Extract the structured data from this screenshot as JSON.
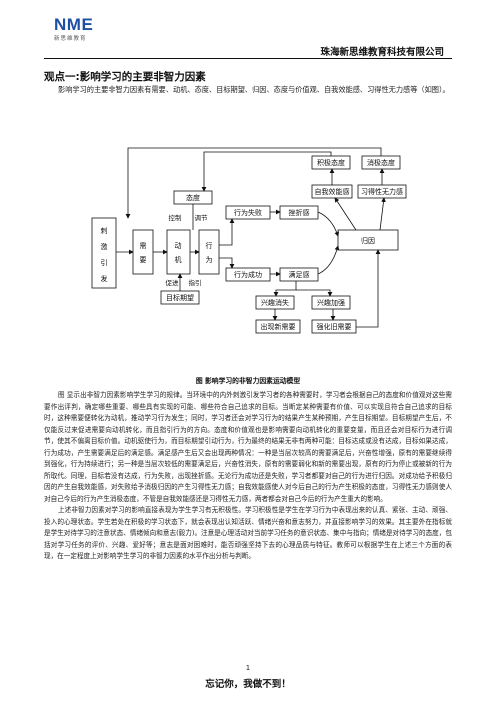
{
  "header": {
    "logo_mark": "NME",
    "logo_sub": "新思维教育",
    "company": "珠海新思维教育科技有限公司"
  },
  "section": {
    "heading": "观点一:影响学习的主要非智力因素",
    "intro": "影响学习的主要非智力因素有需要、动机、态度、目标期望、归因、态度与价值观、自我效能感、习得性无力感等（如图）。"
  },
  "diagram": {
    "boxes": {
      "stimulus": "刺激引发",
      "need": "需要",
      "motive": "动机",
      "behavior": "行为",
      "attitude": "态度",
      "goal": "目标期望",
      "fail": "行为失败",
      "frustration": "挫折感",
      "success": "行为成功",
      "satisfaction": "满足感",
      "interest_lost": "兴趣消失",
      "interest_up": "兴趣加强",
      "new_need": "出现新需要",
      "strengthen": "强化旧需要",
      "attribution": "归因",
      "positive": "积极态度",
      "negative": "消极态度",
      "efficacy": "自我效能感",
      "helpless": "习得性无力感"
    },
    "labels": {
      "control": "控制",
      "regulate": "调节",
      "promote": "促进",
      "guide": "指引"
    },
    "caption": "图 影响学习的非智力因素运动模型"
  },
  "body": {
    "p1": "图 显示出非智力因素影响学生学习的规律。当环境中的内外刺激引发学习者的各种需要时，学习者会根据自己的态度和价值观对这些需要作出评判，确定哪些重要、哪些具有实现的可能、哪些符合自己追求的目标。当断定某种需要有价值、可以实现且符合自己追求的目标时，这种需要便转化为动机，推动学习行为发生；同时，学习者还会对学习行为的结果产生某种预期，产生目标期望。目标期望产生后，不仅能反过来促进需要向动机转化，而且指引行为的方向。态度和价值观也是影响需要向动机转化的重要变量，而且还会对目标行为进行调节，使其不偏离目标价值。动机驱使行为，而目标期望引动行为，行为最终的结果无非有两种可能：目标达成或没有达成，目标如果达成，行为成功，产生需要满足后的满足感。满足感产生后又会出现两种情况：一种是当层次较高的需要满足后，兴奋性增强，原有的需要继续得到强化，行为持续进行；另一种是当层次较低的需要满足后，兴奋性消失，原有的需要弱化和新的需要出现，原有的行为停止或被新的行为所取代。同理，目标若没有达成，行为失败，出现挫折感。无论行为成功还是失败，学习者都要对自己的行为进行归因。对成功给予积极归因的产生自我效能感，对失败给予消极归因的产生习得性无力感；自我效能感使人对今后自己的行为产生积极的态度，习得性无力感则使人对自己今后的行为产生消极态度，不管是自我效能感还是习得性无力感，两者都会对自己今后的行为产生重大的影响。",
    "p2": "上述非智力因素对学习的影响直接表现为学生学习有无积极性。学习积极性是学生在学习行为中表现出来的认真、紧张、主动、顽强、投入的心理状态。学生若处在积极的学习状态下，就会表现出认知活跃、情绪兴奋和意志努力，并直接影响学习的效果。其主要外在指标就是学生对待学习的注意状态、情绪倾向和意志(毅力)。注意是心理活动对当前学习任务的意识状态、集中与指向；情绪是对待学习的态度，包括对学习任务的评价、兴趣、爱好等；意志是面对困难时，能否顽强坚持下去的心理品质与特征。教师可以根据学生在上述三个方面的表现，在一定程度上对影响学生学习的非智力因素的水平作出分析与判断。"
  },
  "footer": {
    "page": "1",
    "motto": "忘记你，我做不到！"
  }
}
